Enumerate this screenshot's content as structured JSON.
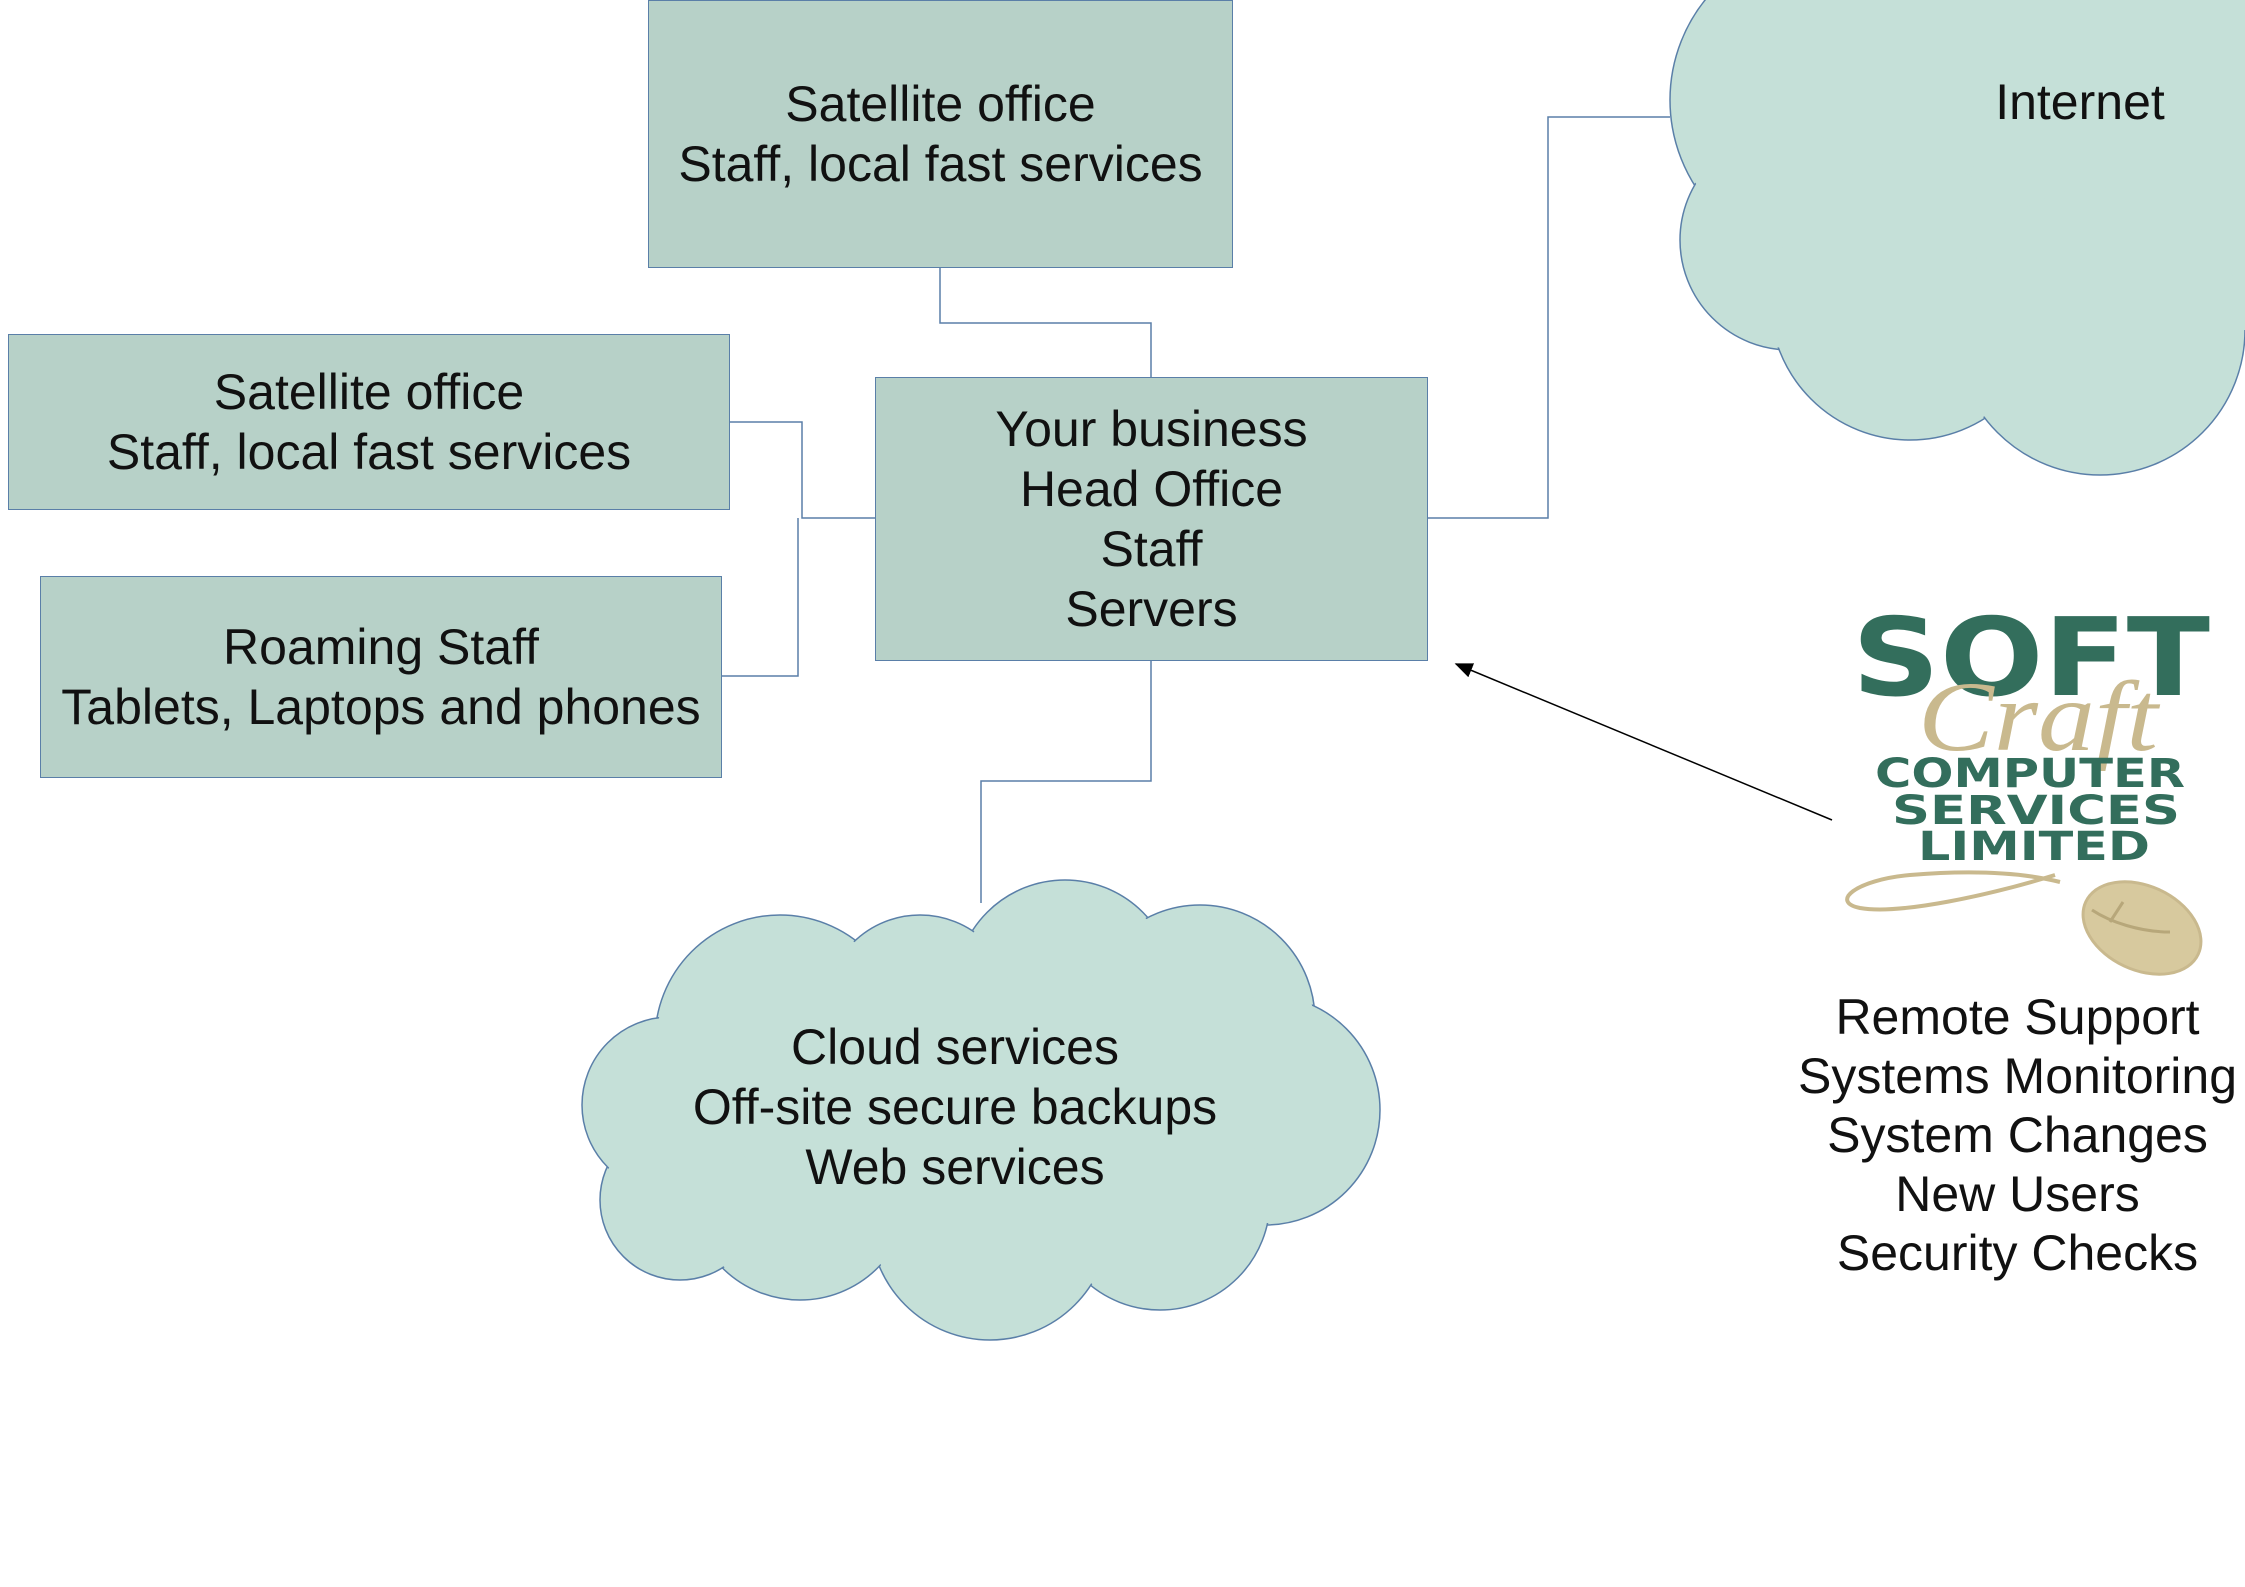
{
  "colors": {
    "box_fill": "#b7d1c8",
    "cloud_fill": "#c5e0d8",
    "border": "#5a7fa8",
    "logo_green": "#336e5c",
    "logo_tan": "#c9b98e"
  },
  "nodes": {
    "satellite_top": {
      "lines": [
        "Satellite office",
        "Staff, local fast services"
      ]
    },
    "satellite_left": {
      "lines": [
        "Satellite office",
        "Staff, local fast services"
      ]
    },
    "roaming": {
      "lines": [
        "Roaming Staff",
        "Tablets, Laptops and phones"
      ]
    },
    "head_office": {
      "lines": [
        "Your business",
        "Head Office",
        "Staff",
        "Servers"
      ]
    },
    "internet": {
      "label": "Internet"
    },
    "cloud_services": {
      "lines": [
        "Cloud services",
        "Off-site secure backups",
        "Web services"
      ]
    }
  },
  "logo": {
    "word1": "SOFT",
    "word2": "Craft",
    "line1": "COMPUTER",
    "line2": "SERVICES",
    "line3": "LIMITED",
    "icon": "mouse-icon"
  },
  "support_services": [
    "Remote Support",
    "Systems Monitoring",
    "System Changes",
    "New Users",
    "Security Checks"
  ]
}
